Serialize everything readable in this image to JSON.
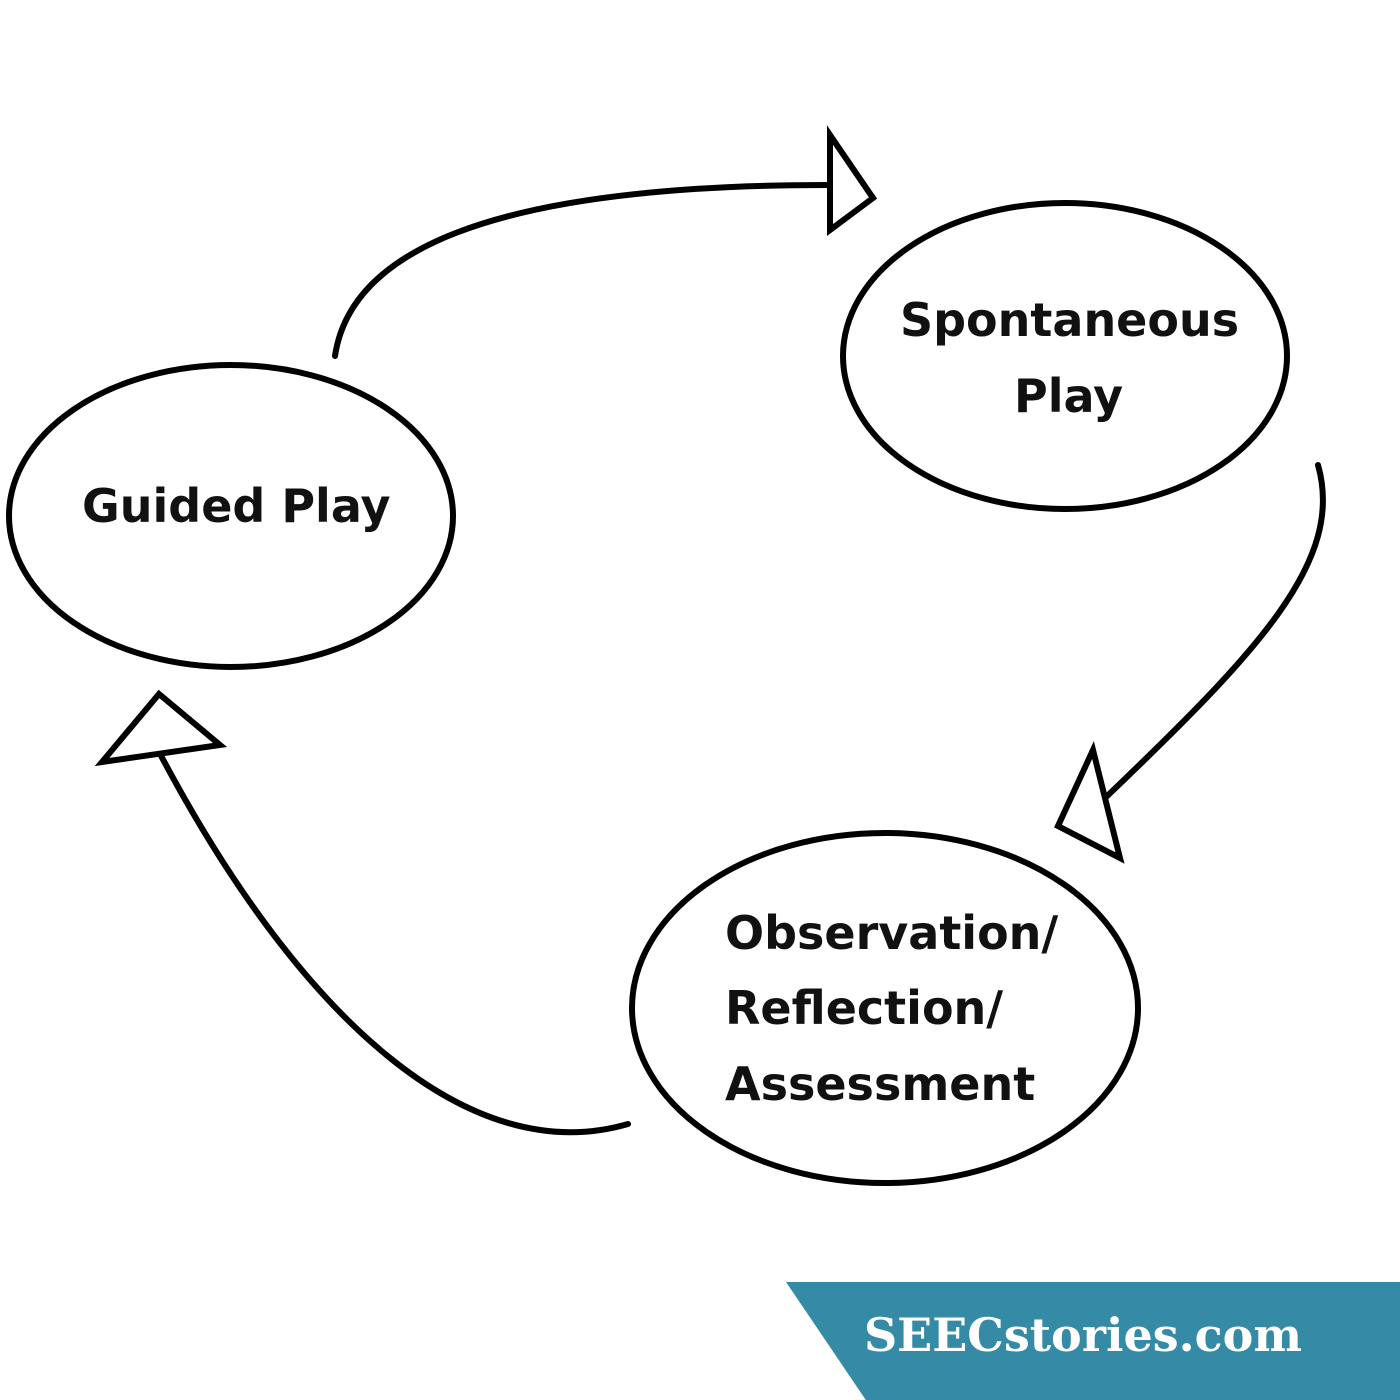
{
  "nodes": [
    {
      "id": "guided",
      "lines": [
        "Guided Play"
      ]
    },
    {
      "id": "spontaneous",
      "lines": [
        "Spontaneous",
        "Play"
      ]
    },
    {
      "id": "observation",
      "lines": [
        "Observation/",
        "Reflection/",
        "Assessment"
      ]
    }
  ],
  "edges": [
    {
      "from": "guided",
      "to": "spontaneous"
    },
    {
      "from": "spontaneous",
      "to": "observation"
    },
    {
      "from": "observation",
      "to": "guided"
    }
  ],
  "banner": {
    "text": "SEECstories.com",
    "background_color": "#358ba6",
    "text_color": "#ffffff"
  }
}
